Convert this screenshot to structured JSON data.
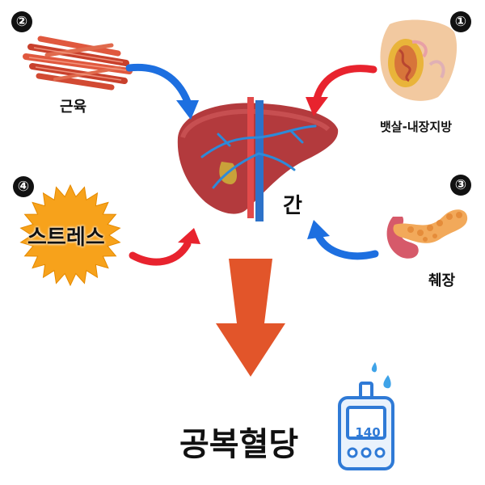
{
  "markers": {
    "n1": "①",
    "n2": "②",
    "n3": "③",
    "n4": "④"
  },
  "labels": {
    "muscle": "근육",
    "visceral_fat": "뱃살-내장지방",
    "stress": "스트레스",
    "pancreas": "췌장",
    "liver": "간",
    "fasting_glucose": "공복혈당"
  },
  "meter": {
    "reading": "140"
  },
  "colors": {
    "red_arrow": "#e8232e",
    "blue_arrow": "#1d6fe0",
    "down_arrow": "#e2552a",
    "liver": "#b33a3d",
    "starburst": "#f7a21b",
    "meter_blue": "#2f7ad6"
  }
}
